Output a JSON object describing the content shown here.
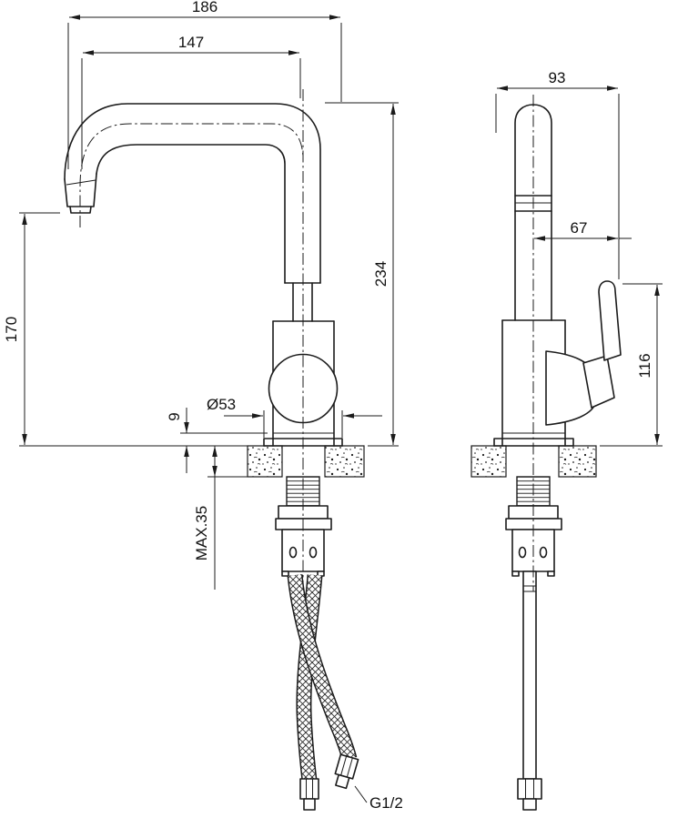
{
  "drawing": {
    "front_view": {
      "dims": {
        "overall_width": "186",
        "spout_reach": "147",
        "spout_height": "234",
        "outlet_height": "170",
        "base_diameter": "Ø53",
        "base_step": "9",
        "max_counter_thickness": "MAX.35",
        "thread_size": "G1/2"
      }
    },
    "side_view": {
      "dims": {
        "depth": "93",
        "handle_offset": "67",
        "handle_height": "116"
      }
    },
    "colors": {
      "line": "#1b1b1b",
      "text": "#111111",
      "background": "#ffffff"
    }
  }
}
